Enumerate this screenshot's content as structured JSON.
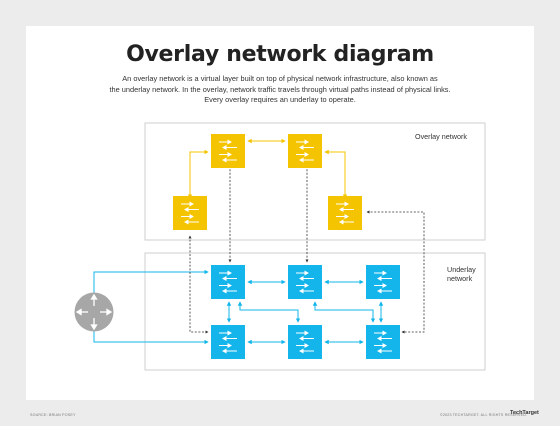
{
  "title": "Overlay network diagram",
  "description": {
    "line1": "An overlay network is a virtual layer built on top of physical network infrastructure, also known as",
    "line2": "the underlay network. In the overlay, network traffic travels through virtual paths instead of physical links.",
    "line3": "Every overlay requires an underlay to operate."
  },
  "labels": {
    "overlay": "Overlay network",
    "underlay_line1": "Underlay",
    "underlay_line2": "network"
  },
  "footer": {
    "source": "SOURCE: BRIAN POSEY",
    "copyright": "©2023 TECHTARGET. ALL RIGHTS RESERVED.",
    "brand": "TechTarget"
  },
  "colors": {
    "overlay_switch": "#f5c400",
    "underlay_switch": "#13b5ea",
    "router": "#a7a7a7",
    "overlay_link": "#f5c400",
    "underlay_link": "#13b5ea",
    "dashed_link": "#333333"
  }
}
